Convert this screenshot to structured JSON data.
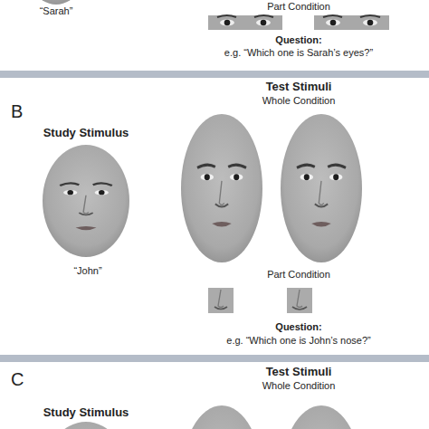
{
  "diagram": {
    "labels": [
      "“Sarah”",
      "Part Condition",
      "Question:",
      "e.g. “Which one is Sarah’s eyes?”",
      "B",
      "Test Stimuli",
      "Whole Condition",
      "Study Stimulus",
      "Part Condition",
      "“John”",
      "Question:",
      "e.g. “Which one is John’s nose?”",
      "C",
      "Test Stimuli",
      "Whole Condition",
      "Study Stimulus"
    ]
  }
}
